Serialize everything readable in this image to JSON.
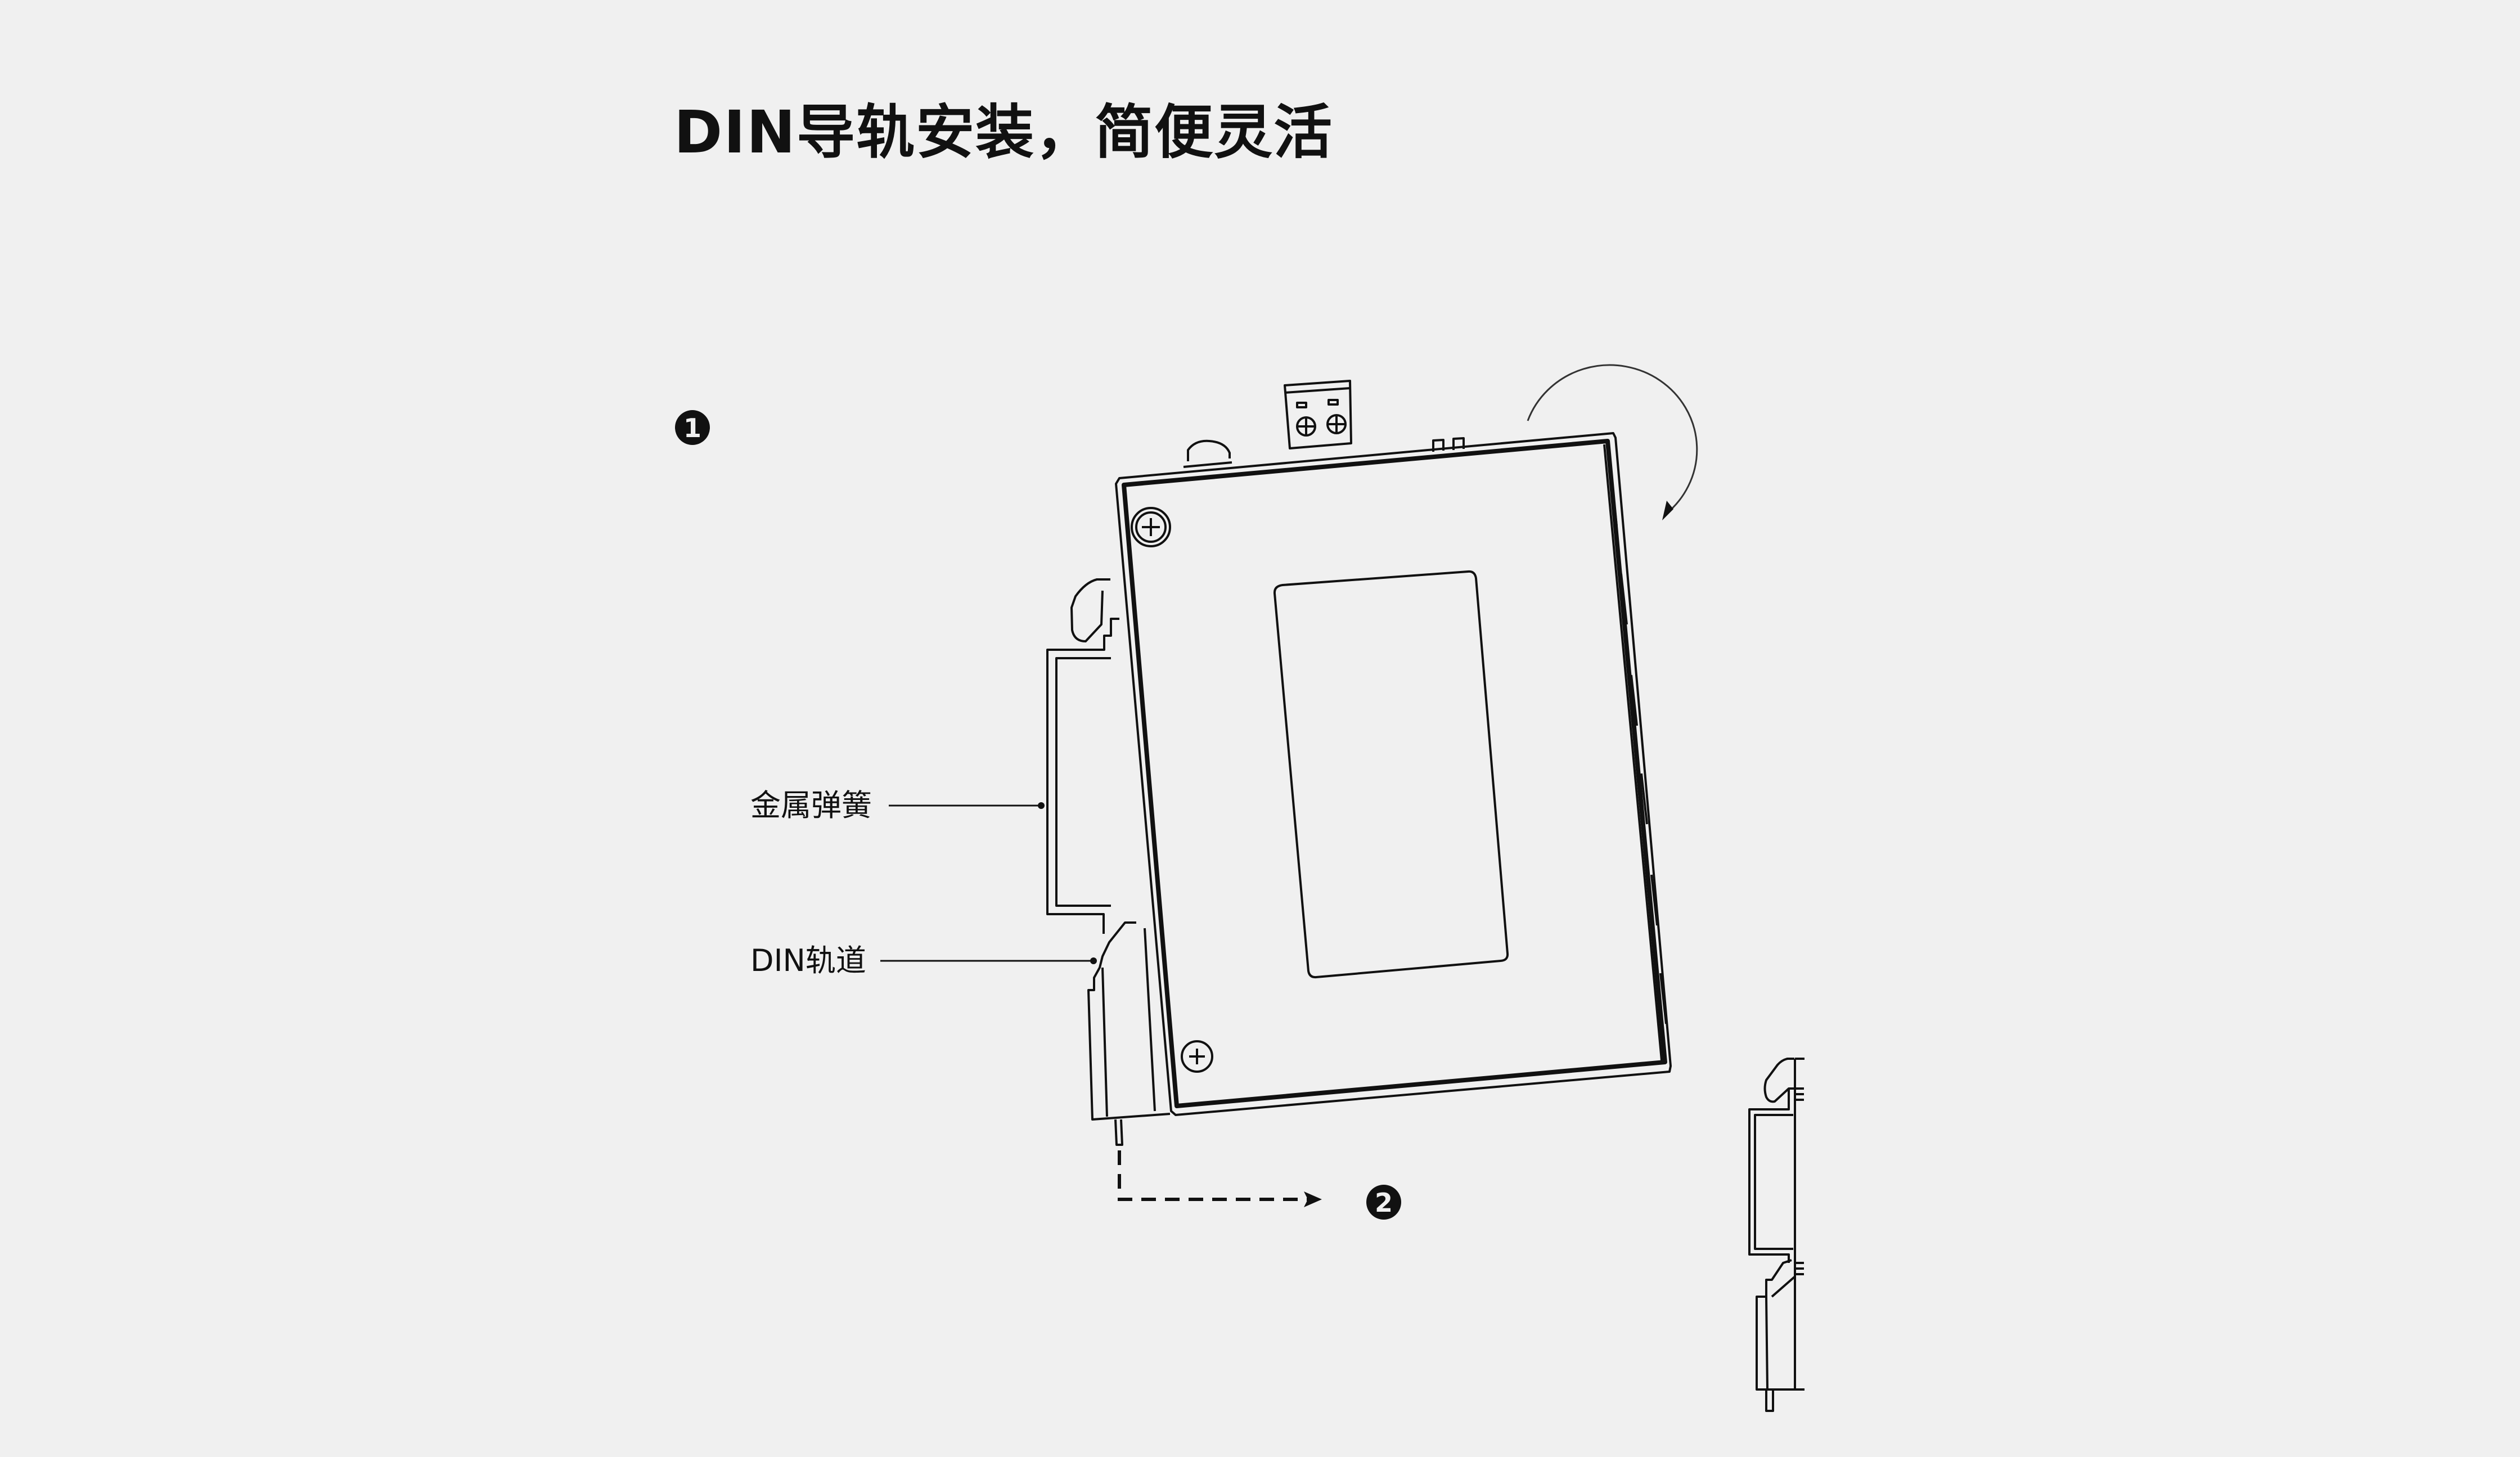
{
  "title": "DIN导轨安装，简便灵活",
  "steps": [
    "1",
    "2"
  ],
  "labels": {
    "spring": "金属弹簧",
    "rail": "DIN轨道"
  },
  "colors": {
    "background": "#f0f0f0",
    "line": "#111111"
  }
}
